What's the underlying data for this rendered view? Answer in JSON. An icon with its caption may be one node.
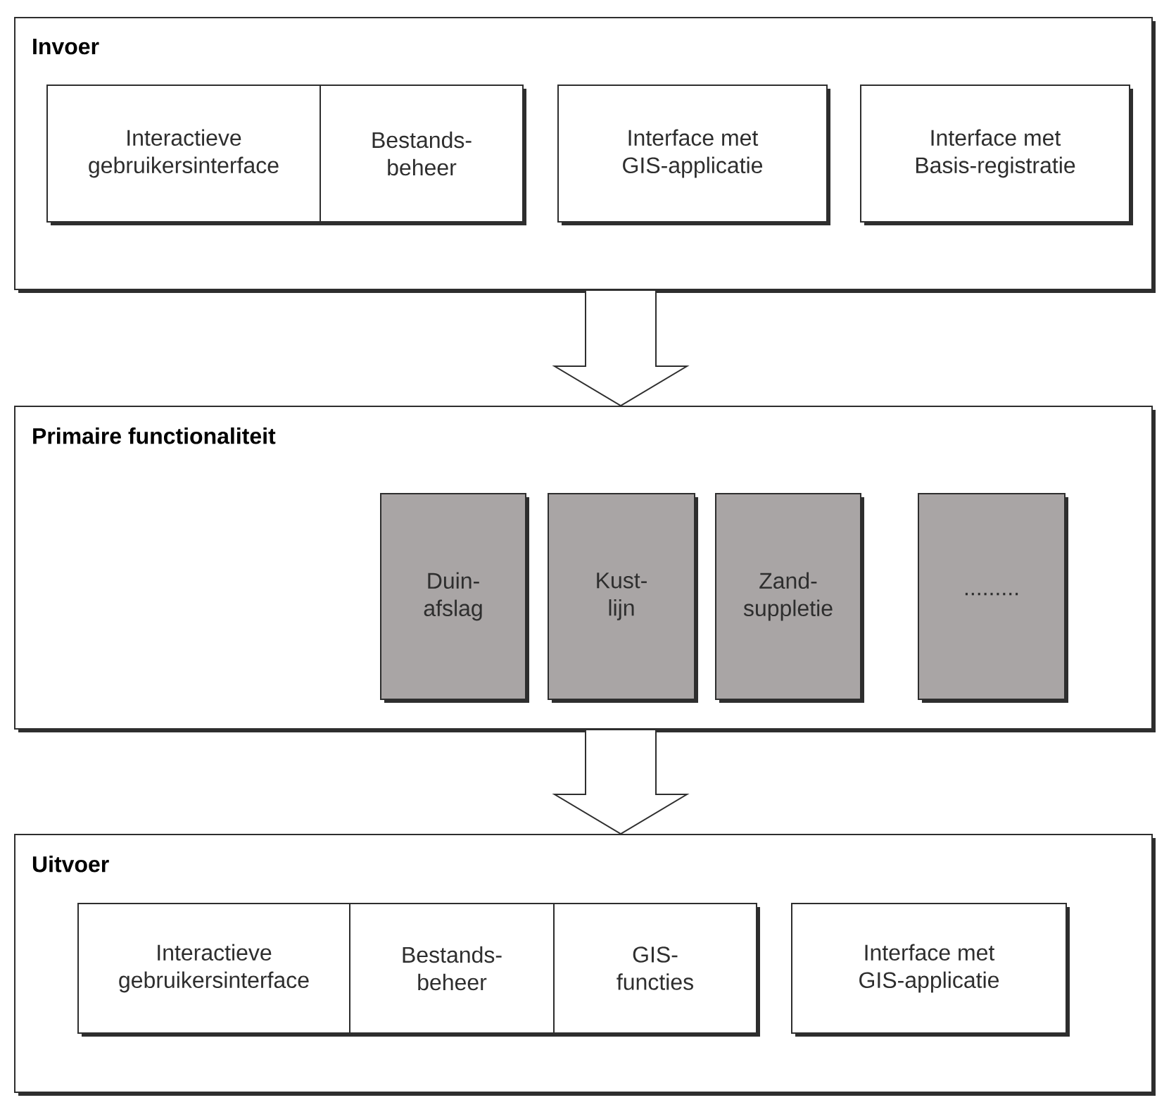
{
  "diagram": {
    "nodes": [
      {
        "text": [
          "Invoer"
        ]
      },
      {
        "text": [
          "Interactieve gebruikersinterface"
        ],
        "in": 0
      },
      {
        "text": [
          "Bestands- beheer"
        ],
        "in": 0
      },
      {
        "text": [
          "Interface met GIS-applicatie"
        ],
        "in": 0
      },
      {
        "text": [
          "Interface met Basis-registratie"
        ],
        "in": 0
      },
      {
        "text": [
          "Primaire functionaliteit"
        ]
      },
      {
        "text": [
          "Duin- afslag"
        ],
        "in": 5
      },
      {
        "text": [
          "Kust- lijn"
        ],
        "in": 5
      },
      {
        "text": [
          "Zand- suppletie"
        ],
        "in": 5
      },
      {
        "text": [
          "........."
        ],
        "in": 5
      },
      {
        "text": [
          "Uitvoer"
        ]
      },
      {
        "text": [
          "Interactieve gebruikersinterface"
        ],
        "in": 10
      },
      {
        "text": [
          "Bestands- beheer"
        ],
        "in": 10
      },
      {
        "text": [
          "GIS- functies"
        ],
        "in": 10
      },
      {
        "text": [
          "Interface met GIS-applicatie"
        ],
        "in": 10
      }
    ],
    "edges": [
      {
        "from": 0,
        "to": 5,
        "arrow": "to"
      },
      {
        "from": 5,
        "to": 10,
        "arrow": "to"
      }
    ]
  }
}
